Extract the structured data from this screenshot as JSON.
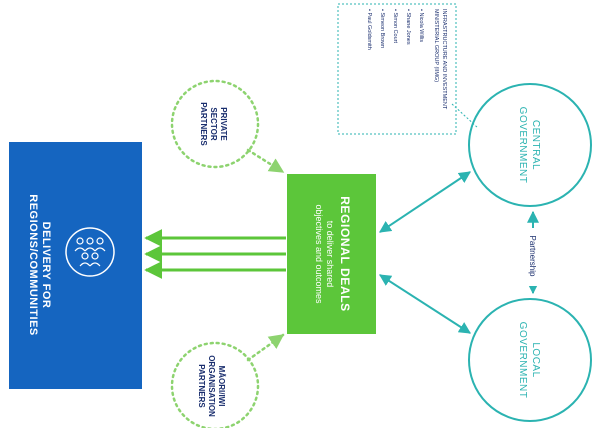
{
  "delivery": {
    "title_lines": [
      "DELIVERY FOR",
      "REGIONS/COMMUNITIES"
    ]
  },
  "private_sector": {
    "lines": [
      "PRIVATE",
      "SECTOR",
      "PARTNERS"
    ]
  },
  "maori_iwi": {
    "lines": [
      "MĀORI/IWI",
      "ORGANISATION",
      "PARTNERS"
    ]
  },
  "regional_deals": {
    "title": "REGIONAL DEALS",
    "subtitle_lines": [
      "to deliver shared",
      "objectives and outcomes"
    ]
  },
  "central_government": {
    "lines": [
      "CENTRAL",
      "GOVERNMENT"
    ]
  },
  "local_government": {
    "lines": [
      "LOCAL",
      "GOVERNMENT"
    ]
  },
  "partnership_label": "Partnership",
  "ministerial_group": {
    "heading_lines": [
      "INFRASTRUCTURE AND INVESTMENT",
      "MINISTERIAL GROUP (IIMG)"
    ],
    "members": [
      "Nicola Willis",
      "Shane Jones",
      "Simon Court",
      "Simeon Brown",
      "Paul Goldsmith"
    ]
  },
  "colors": {
    "blue": "#1565c0",
    "green": "#5cc63a",
    "teal": "#2bb3b1",
    "navy": "#1a2e6e",
    "dotted_green": "#8dd36f"
  }
}
